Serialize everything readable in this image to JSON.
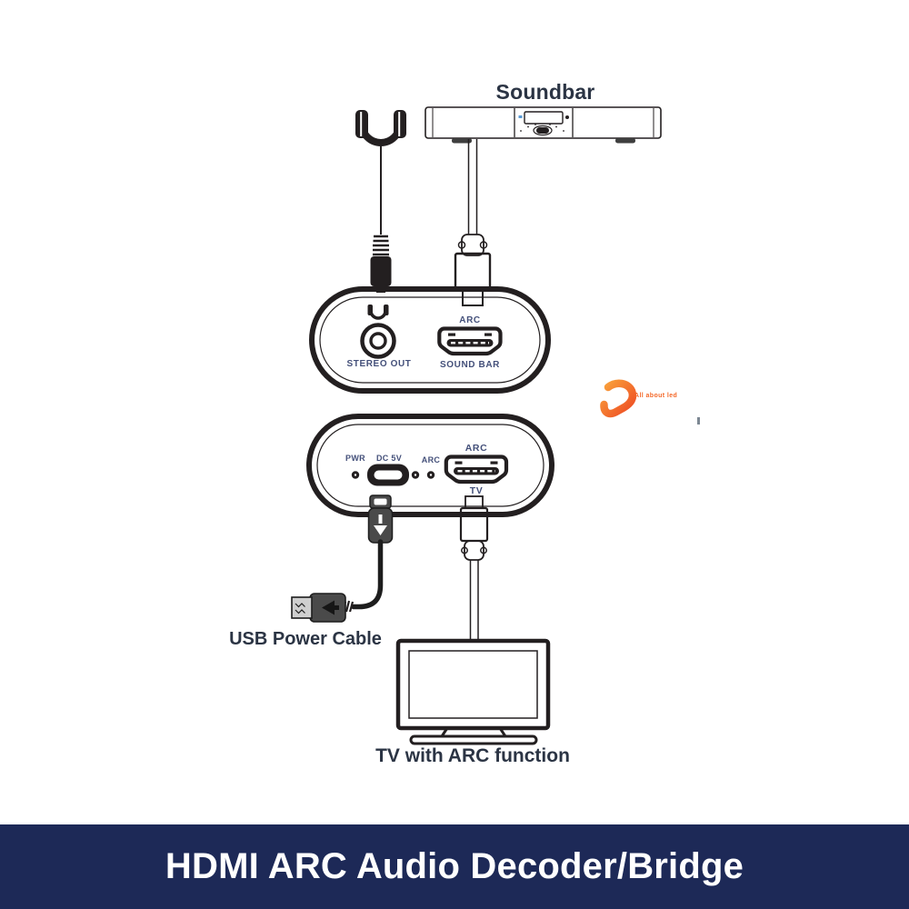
{
  "banner": {
    "title": "HDMI ARC Audio Decoder/Bridge"
  },
  "diagram": {
    "soundbar_label": "Soundbar",
    "decoder_soundbar_side": {
      "stereo_out": "STEREO OUT",
      "hdmi_label_top": "ARC",
      "hdmi_label_bottom": "SOUND BAR"
    },
    "decoder_tv_side": {
      "pwr": "PWR",
      "dc_5v": "DC 5V",
      "arc_led": "ARC",
      "hdmi_label_top": "ARC",
      "hdmi_label_bottom": "TV"
    },
    "usb_cable_label": "USB Power Cable",
    "tv_label": "TV with ARC function"
  },
  "watermark": {
    "brand": "All about led"
  },
  "icons": [
    "headphones-icon",
    "mini-headphones-icon",
    "stereo-jack-port",
    "aux-jack-plug-icon",
    "hdmi-port-icon",
    "hdmi-connector-icon",
    "micro-usb-port-icon",
    "micro-usb-plug-icon",
    "led-indicator",
    "usb-a-connector-icon",
    "soundbar-icon",
    "tv-icon",
    "brand-logo-icon"
  ],
  "colors": {
    "banner_bg": "#1d2957",
    "banner_fg": "#ffffff",
    "line": "#231f20",
    "label_dark": "#2b3444",
    "label_port": "#44507a",
    "accent_orange": "#f4692a"
  }
}
